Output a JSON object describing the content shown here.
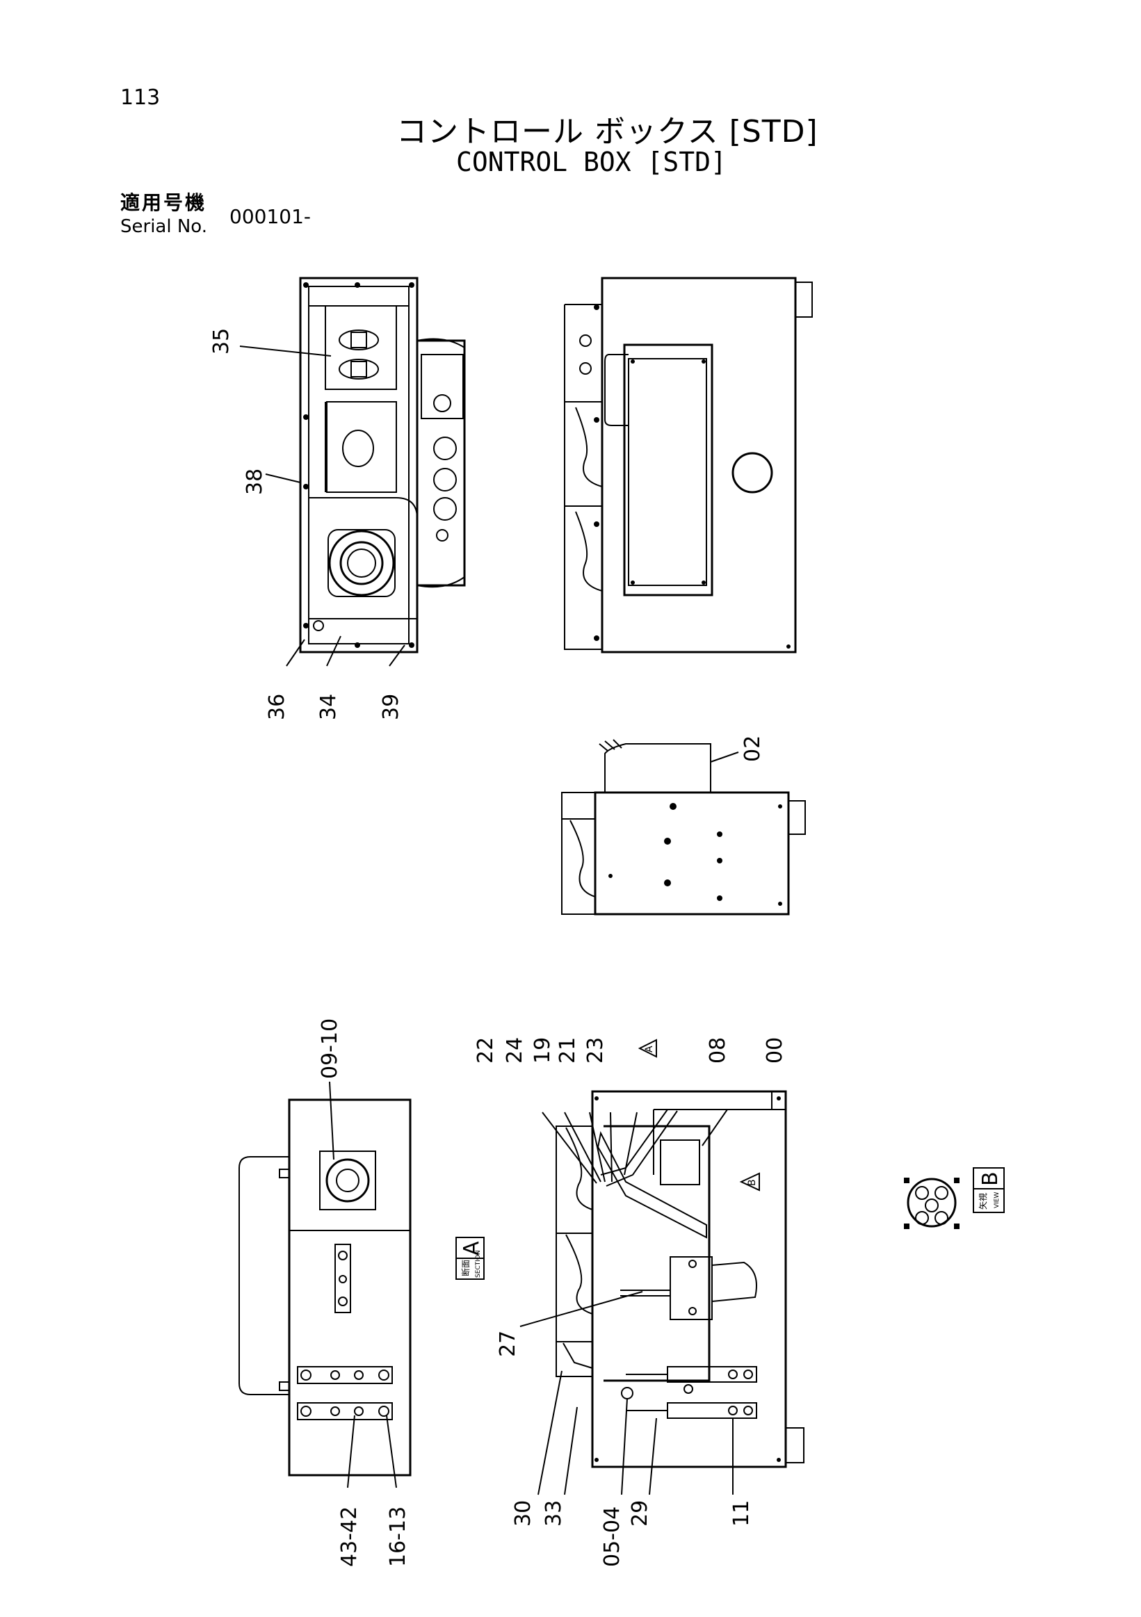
{
  "page_number": "113",
  "title": {
    "japanese": "コントロール ボックス [STD]",
    "english": "CONTROL BOX [STD]"
  },
  "serial": {
    "label_ja": "適用号機",
    "label_en": "Serial No.",
    "value": "000101-"
  },
  "callouts": {
    "c35": "35",
    "c38": "38",
    "c36": "36",
    "c34": "34",
    "c39": "39",
    "c02": "02",
    "c0910": "09-10",
    "c4342": "43-42",
    "c1613": "16-13",
    "c22": "22",
    "c24": "24",
    "c19": "19",
    "c21": "21",
    "c23": "23",
    "c08": "08",
    "c00": "00",
    "c27": "27",
    "c30": "30",
    "c33": "33",
    "c0504": "05-04",
    "c29": "29",
    "c11": "11"
  },
  "section_tag": {
    "ja": "断面",
    "en": "SECTION",
    "letter": "A"
  },
  "view_tag": {
    "ja": "矢視",
    "en": "VIEW",
    "letter": "B"
  },
  "arrow_marks": {
    "a": "A",
    "b": "B"
  }
}
